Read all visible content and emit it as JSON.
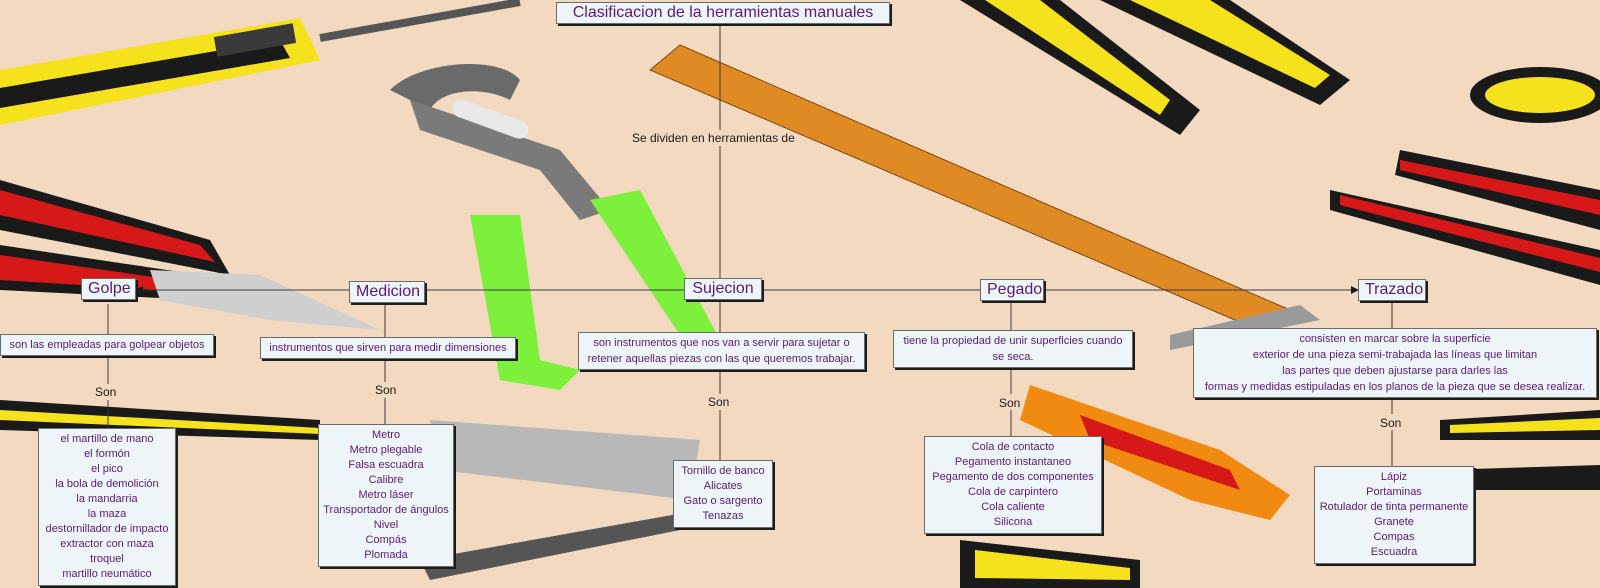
{
  "title": "Clasificacion de la herramientas manuales",
  "connector": "Se dividen en herramientas de",
  "son_label": "Son",
  "colors": {
    "background": "#f2d9bf",
    "box_fill": "#eef5f8",
    "box_text": "#5b1a73",
    "connector_line": "#3c3c3c"
  },
  "categories": [
    {
      "name": "Golpe",
      "description": [
        "son las empleadas para golpear objetos"
      ],
      "items": [
        "el martillo de mano",
        "el formón",
        "el pico",
        "la bola de demolición",
        "la mandarria",
        "la maza",
        "destornillador de impacto",
        "extractor con maza",
        "troquel",
        "martillo neumático"
      ]
    },
    {
      "name": "Medicion",
      "description": [
        "instrumentos que sirven para medir dimensiones"
      ],
      "items": [
        "Metro",
        "Metro plegable",
        "Falsa escuadra",
        "Calibre",
        "Metro láser",
        "Transportador de ángulos",
        "Nivel",
        "Compás",
        "Plomada"
      ]
    },
    {
      "name": "Sujecion",
      "description": [
        "son instrumentos que nos van a servir para sujetar o",
        "retener aquellas piezas con las que queremos trabajar."
      ],
      "items": [
        "Tornillo de banco",
        "Alicates",
        "Gato o sargento",
        "Tenazas"
      ]
    },
    {
      "name": "Pegado",
      "description": [
        "tiene la propiedad de unir superficies cuando",
        "se seca."
      ],
      "items": [
        "Cola de contacto",
        "Pegamento instantaneo",
        "Pegamento de dos componentes",
        "Cola de carpintero",
        "Cola  caliente",
        "Silicona"
      ]
    },
    {
      "name": "Trazado",
      "description": [
        "consisten en marcar sobre la superficie",
        "exterior de una pieza semi-trabajada las líneas que limitan",
        "las partes que deben ajustarse para darles las",
        "formas y medidas estipuladas en los planos de la pieza que se desea realizar."
      ],
      "items": [
        "Lápiz",
        "Portaminas",
        "Rotulador de tinta permanente",
        "Granete",
        "Compas",
        "Escuadra"
      ]
    }
  ]
}
